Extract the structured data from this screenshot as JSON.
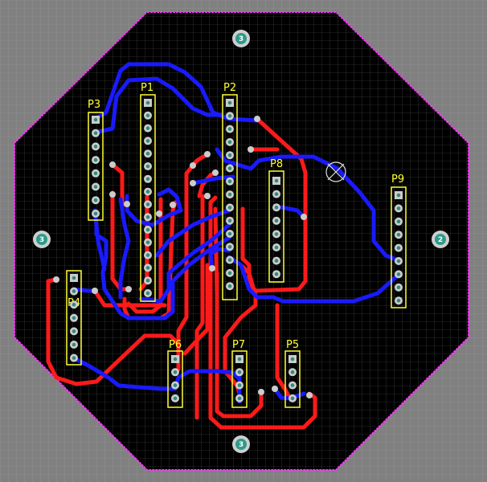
{
  "board": {
    "colors": {
      "background": "#808080",
      "workspace_grid": "#9a9a9a",
      "board_fill": "#000000",
      "board_grid": "#5a5a5a",
      "outline": "#ff33ff",
      "top_trace": "#ff1a1a",
      "bottom_trace": "#1a1aff",
      "silkscreen": "#ffff33",
      "pad_ring": "#cccccc",
      "pad_hole": "#2e8b7a",
      "mount_ring": "#cfcfcf",
      "mount_center": "#2e9a8a"
    }
  },
  "components": [
    {
      "id": "P3",
      "label": "P3"
    },
    {
      "id": "P1",
      "label": "P1"
    },
    {
      "id": "P2",
      "label": "P2"
    },
    {
      "id": "P8",
      "label": "P8"
    },
    {
      "id": "P9",
      "label": "P9"
    },
    {
      "id": "P4",
      "label": "P4"
    },
    {
      "id": "P6",
      "label": "P6"
    },
    {
      "id": "P7",
      "label": "P7"
    },
    {
      "id": "P5",
      "label": "P5"
    }
  ],
  "mounting_holes": [
    {
      "id": "mh-top",
      "text": "3"
    },
    {
      "id": "mh-left",
      "text": "3"
    },
    {
      "id": "mh-right",
      "text": "2"
    },
    {
      "id": "mh-bottom",
      "text": "3"
    }
  ],
  "icons": {
    "origin_marker": "crosshair-circle-icon"
  }
}
